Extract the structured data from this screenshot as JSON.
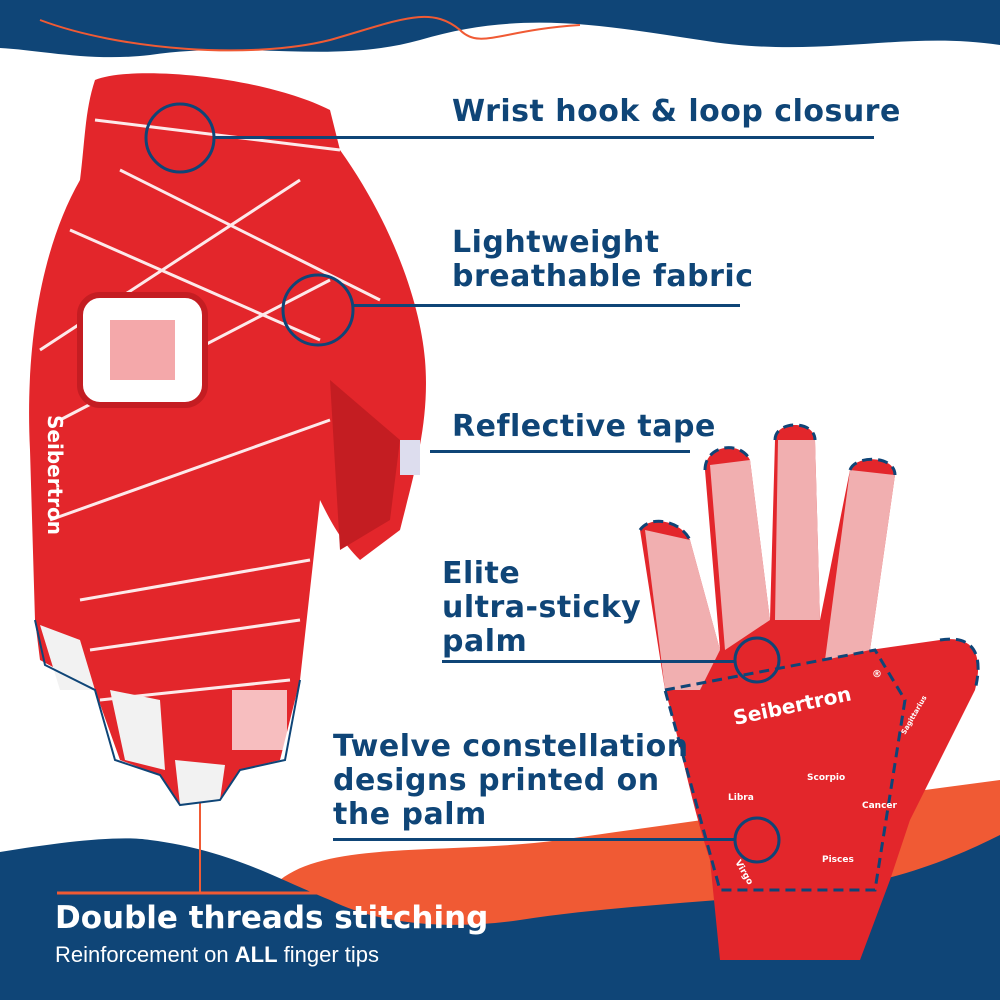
{
  "colors": {
    "navy": "#0f4577",
    "orange": "#f05a34",
    "glove_red": "#e3262b",
    "white": "#ffffff"
  },
  "callouts": [
    {
      "lines": [
        "Wrist hook & loop closure"
      ]
    },
    {
      "lines": [
        "Lightweight",
        "breathable fabric"
      ]
    },
    {
      "lines": [
        "Reflective tape"
      ]
    },
    {
      "lines": [
        "Elite",
        "ultra-sticky",
        "palm"
      ]
    },
    {
      "lines": [
        "Twelve constellation",
        "designs printed on",
        "the palm"
      ]
    }
  ],
  "bottom": {
    "title": "Double threads stitching",
    "sub_prefix": "Reinforcement on ",
    "sub_bold": "ALL",
    "sub_suffix": " finger tips"
  },
  "product": {
    "back_brand": "Seibertron",
    "palm_brand": "Seibertron",
    "registered": "®",
    "constellations": [
      "Libra",
      "Scorpio",
      "Cancer",
      "Virgo",
      "Pisces",
      "Sagittarius"
    ]
  }
}
